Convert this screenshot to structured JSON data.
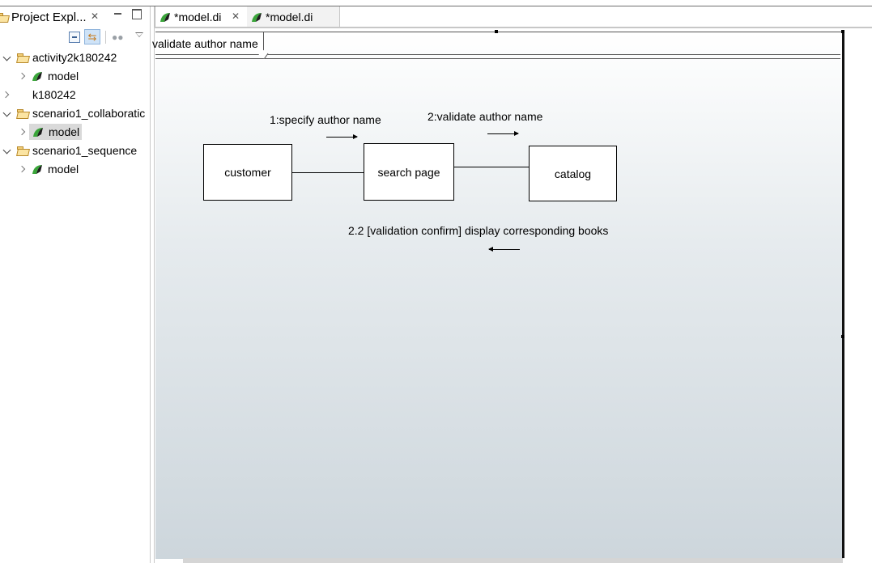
{
  "explorer": {
    "title": "Project Expl...",
    "tree": [
      {
        "label": "activity2k180242",
        "expanded": true,
        "type": "project"
      },
      {
        "label": "model",
        "type": "model"
      },
      {
        "label": "k180242",
        "expanded": false,
        "type": "project"
      },
      {
        "label": "scenario1_collaboratic",
        "expanded": true,
        "type": "project"
      },
      {
        "label": "model",
        "type": "model",
        "selected": true
      },
      {
        "label": "scenario1_sequence",
        "expanded": true,
        "type": "project"
      },
      {
        "label": "model",
        "type": "model"
      }
    ]
  },
  "editor": {
    "tabs": [
      {
        "label": "*model.di",
        "active": true
      },
      {
        "label": "*model.di",
        "active": false
      }
    ],
    "frame_title": "validate author name",
    "diagram": {
      "objects": [
        "customer",
        "search page",
        "catalog"
      ],
      "messages": [
        {
          "label": "1:specify author name",
          "direction": "right"
        },
        {
          "label": "2:validate author name",
          "direction": "right"
        },
        {
          "label": "2.2 [validation confirm] display corresponding books",
          "direction": "left"
        }
      ]
    }
  },
  "colors": {
    "canvas_top": "#ffffff",
    "canvas_bottom": "#cdd6dc",
    "selection": "#d9d9d9",
    "link_toolbar_bg": "#cfe3f7"
  },
  "icons": [
    "folder-icon",
    "model-icon",
    "close-icon",
    "minimize-icon",
    "maximize-icon",
    "collapse-all-icon",
    "link-with-editor-icon",
    "filter-icon",
    "view-menu-icon"
  ]
}
